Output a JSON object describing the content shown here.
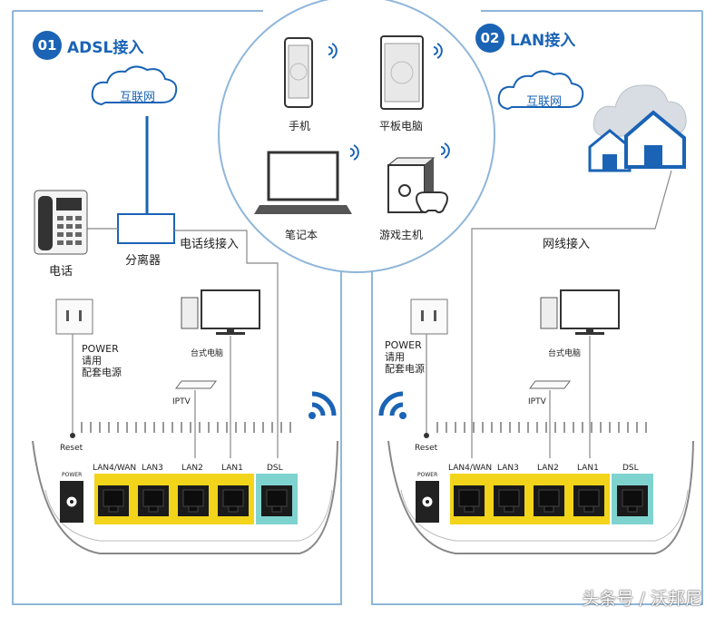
{
  "panel1": {
    "number": "01",
    "title": "ADSL接入",
    "internet": "互联网",
    "phone": "电话",
    "splitter": "分离器",
    "phone_line": "电话线接入",
    "power_note": [
      "POWER",
      "请用",
      "配套电源"
    ],
    "desktop": "台式电脑",
    "iptv": "IPTV",
    "reset": "Reset",
    "power_port": "POWER",
    "ports": [
      "LAN4/WAN",
      "LAN3",
      "LAN2",
      "LAN1",
      "DSL"
    ]
  },
  "panel2": {
    "number": "02",
    "title": "LAN接入",
    "internet": "互联网",
    "net_line": "网线接入",
    "power_note": [
      "POWER",
      "请用",
      "配套电源"
    ],
    "desktop": "台式电脑",
    "iptv": "IPTV",
    "reset": "Reset",
    "power_port": "POWER",
    "ports": [
      "LAN4/WAN",
      "LAN3",
      "LAN2",
      "LAN1",
      "DSL"
    ]
  },
  "wireless_devices": [
    "手机",
    "平板电脑",
    "笔记本",
    "游戏主机"
  ],
  "watermark": "头条号 / 沃邦尼",
  "colors": {
    "accent": "#1a63b5",
    "lan_port": "#f2d41a",
    "dsl_port": "#7fd3cf",
    "frame": "#8fb6da"
  }
}
